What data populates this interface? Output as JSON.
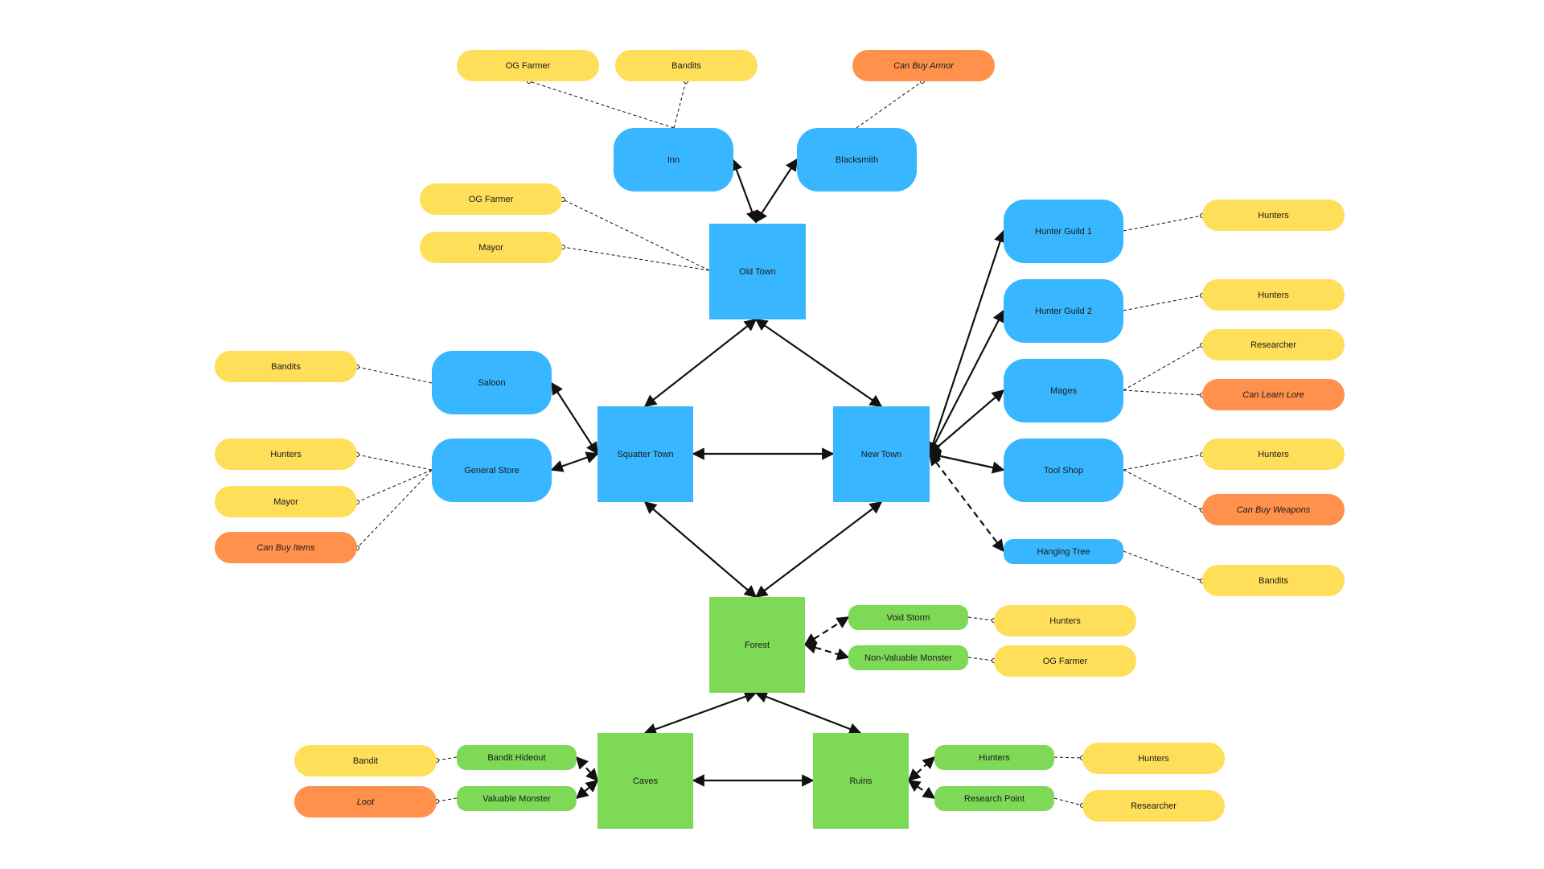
{
  "colors": {
    "blue": "#38b6ff",
    "green": "#7ed957",
    "yellow": "#ffde59",
    "orange": "#ff914d",
    "line": "#111111"
  },
  "nodes": {
    "inn": "Inn",
    "blacksmith": "Blacksmith",
    "old_town": "Old Town",
    "squatter_town": "Squatter Town",
    "new_town": "New Town",
    "saloon": "Saloon",
    "general_store": "General Store",
    "hunter_guild_1": "Hunter Guild 1",
    "hunter_guild_2": "Hunter Guild 2",
    "mages": "Mages",
    "tool_shop": "Tool Shop",
    "hanging_tree": "Hanging Tree",
    "forest": "Forest",
    "caves": "Caves",
    "ruins": "Ruins",
    "void_storm": "Void Storm",
    "non_valuable_monster": "Non-Valuable Monster",
    "bandit_hideout": "Bandit Hideout",
    "valuable_monster": "Valuable Monster",
    "ruins_hunters": "Hunters",
    "research_point": "Research Point",
    "inn_og_farmer": "OG Farmer",
    "inn_bandits": "Bandits",
    "can_buy_armor": "Can Buy Armor",
    "oldtown_og_farmer": "OG Farmer",
    "oldtown_mayor": "Mayor",
    "saloon_bandits": "Bandits",
    "store_hunters": "Hunters",
    "store_mayor": "Mayor",
    "can_buy_items": "Can Buy Items",
    "hg1_hunters": "Hunters",
    "hg2_hunters": "Hunters",
    "mages_researcher": "Researcher",
    "can_learn_lore": "Can Learn Lore",
    "toolshop_hunters": "Hunters",
    "can_buy_weapons": "Can Buy Weapons",
    "tree_bandits": "Bandits",
    "void_hunters": "Hunters",
    "monster_og_farmer": "OG Farmer",
    "hideout_bandit": "Bandit",
    "loot": "Loot",
    "hunters_hunters": "Hunters",
    "research_researcher": "Researcher"
  }
}
